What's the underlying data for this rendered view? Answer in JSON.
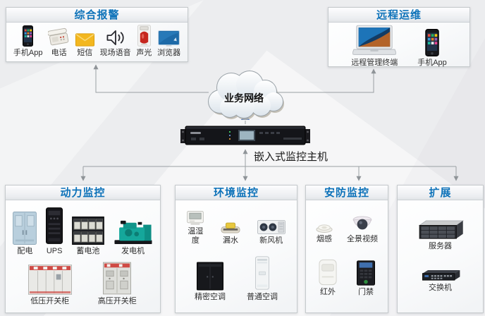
{
  "diagram": {
    "alarm_box": {
      "title": "综合报警",
      "items": [
        {
          "label": "手机App",
          "icon": "smartphone-icon"
        },
        {
          "label": "电话",
          "icon": "telephone-icon"
        },
        {
          "label": "短信",
          "icon": "sms-envelope-icon"
        },
        {
          "label": "现场语音",
          "icon": "voice-speaker-icon"
        },
        {
          "label": "声光",
          "icon": "sound-light-alarm-icon"
        },
        {
          "label": "浏览器",
          "icon": "browser-icon"
        }
      ]
    },
    "remote_box": {
      "title": "远程运维",
      "items": [
        {
          "label": "远程管理终端",
          "icon": "laptop-icon"
        },
        {
          "label": "手机App",
          "icon": "smartphone-icon"
        }
      ]
    },
    "cloud": {
      "label": "业务网络"
    },
    "host": {
      "label": "嵌入式监控主机"
    },
    "power_box": {
      "title": "动力监控",
      "row1": [
        {
          "label": "配电",
          "icon": "power-distribution-cabinet-icon"
        },
        {
          "label": "UPS",
          "icon": "ups-tower-icon"
        },
        {
          "label": "蓄电池",
          "icon": "battery-bank-icon"
        },
        {
          "label": "发电机",
          "icon": "generator-icon"
        }
      ],
      "row2": [
        {
          "label": "低压开关柜",
          "icon": "low-voltage-switchgear-icon"
        },
        {
          "label": "高压开关柜",
          "icon": "high-voltage-switchgear-icon"
        }
      ]
    },
    "env_box": {
      "title": "环境监控",
      "row1": [
        {
          "label": "温湿度",
          "icon": "temp-humidity-sensor-icon"
        },
        {
          "label": "漏水",
          "icon": "water-leak-sensor-icon"
        },
        {
          "label": "新风机",
          "icon": "fresh-air-unit-icon"
        }
      ],
      "row2": [
        {
          "label": "精密空调",
          "icon": "precision-ac-icon"
        },
        {
          "label": "普通空调",
          "icon": "standard-ac-icon"
        }
      ]
    },
    "security_box": {
      "title": "安防监控",
      "row1": [
        {
          "label": "烟感",
          "icon": "smoke-detector-icon"
        },
        {
          "label": "全景视频",
          "icon": "dome-camera-icon"
        }
      ],
      "row2": [
        {
          "label": "红外",
          "icon": "infrared-sensor-icon"
        },
        {
          "label": "门禁",
          "icon": "access-control-icon"
        }
      ]
    },
    "expand_box": {
      "title": "扩展",
      "items": [
        {
          "label": "服务器",
          "icon": "server-icon"
        },
        {
          "label": "交换机",
          "icon": "network-switch-icon"
        }
      ]
    },
    "colors": {
      "title_blue": "#0d72b9",
      "connector_gray": "#8f9498",
      "flow_arrow_blue": "#4473c5",
      "envelope_yellow": "#f3b71f",
      "alarm_red": "#c6271f",
      "generator_teal": "#15a79b",
      "screen_blue": "#1d6aa8",
      "panel_border": "#c6cacd",
      "background": "#ecedef"
    }
  }
}
